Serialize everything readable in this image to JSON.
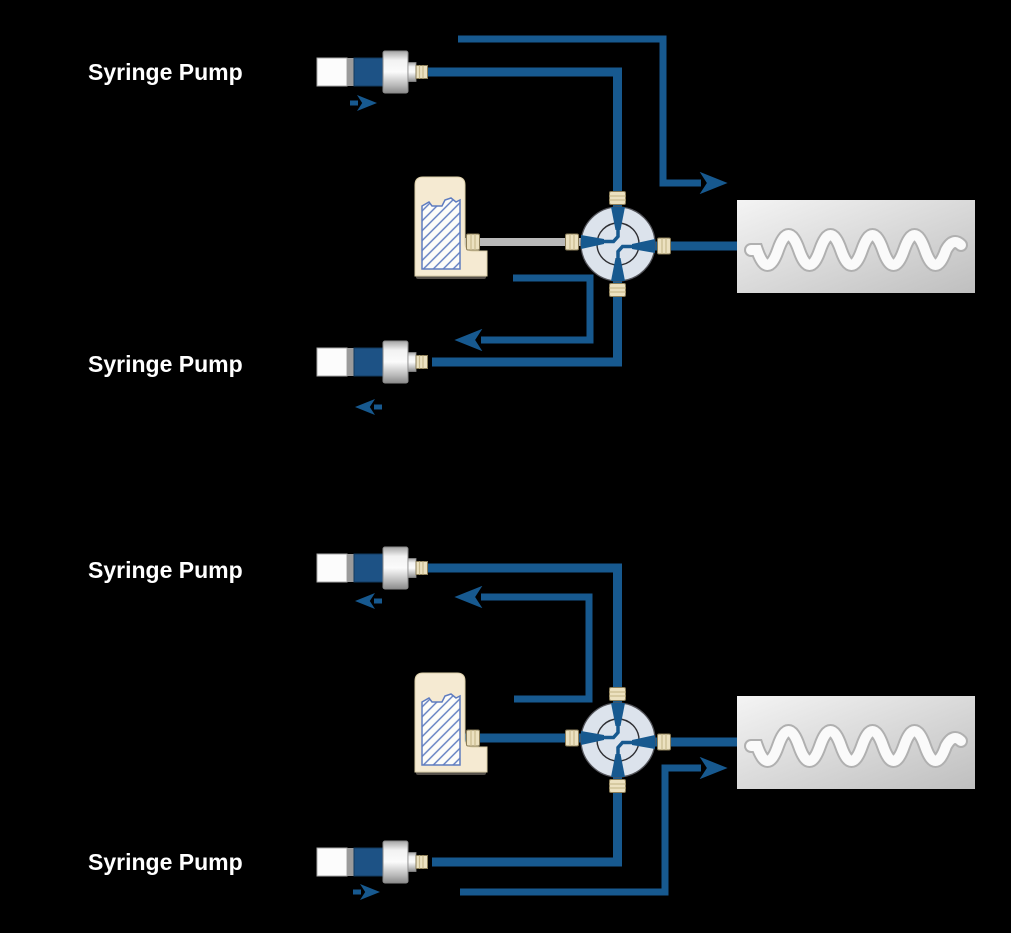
{
  "colors": {
    "background": "#000000",
    "tube": "#17598f",
    "tube_gray": "#b9b9b9",
    "syringe_blue": "#1d5285",
    "valve_body": "#dce3ec",
    "reservoir": "#f5ead2",
    "hatch": "#5e7cc0",
    "fitting": "#ece1c0",
    "chip_light": "#f4f4f4",
    "chip_dark": "#bfbfbf",
    "label": "#ffffff"
  },
  "components": {
    "pump": "syringe-pump",
    "valve": "4-port-switching-valve",
    "reservoir": "reservoir-block-cutaway",
    "chip": "serpentine-channel-chip"
  },
  "panels": [
    {
      "name": "phase-1",
      "pumps": [
        {
          "label": "Syringe Pump",
          "plunger_arrow": "right"
        },
        {
          "label": "Syringe Pump",
          "plunger_arrow": "left"
        }
      ],
      "reservoir_tube": "gray-inactive",
      "flow_arrows": [
        {
          "name": "upper-syringe-to-chip",
          "direction": "right"
        },
        {
          "name": "reservoir-to-lower-syringe",
          "direction": "left"
        }
      ]
    },
    {
      "name": "phase-2",
      "pumps": [
        {
          "label": "Syringe Pump",
          "plunger_arrow": "left"
        },
        {
          "label": "Syringe Pump",
          "plunger_arrow": "right"
        }
      ],
      "reservoir_tube": "blue-active",
      "flow_arrows": [
        {
          "name": "reservoir-to-upper-syringe",
          "direction": "left"
        },
        {
          "name": "lower-syringe-to-chip",
          "direction": "right"
        }
      ]
    }
  ]
}
